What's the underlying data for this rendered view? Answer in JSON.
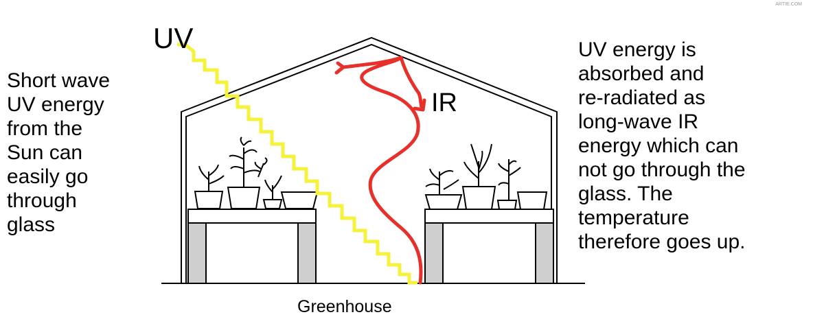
{
  "diagram": {
    "left_text": "Short wave\nUV energy\nfrom the\nSun can\neasily go\nthrough\nglass",
    "right_text": "UV energy is\nabsorbed and\nre-radiated as\nlong-wave IR\nenergy which can\nnot go through the\nglass.  The\ntemperature\ntherefore goes up.",
    "uv_label": "UV",
    "ir_label": "IR",
    "caption": "Greenhouse",
    "watermark": "ARTIE.COM"
  },
  "colors": {
    "uv_ray": "#f5f23b",
    "ir_ray": "#e8302a",
    "structure": "#000000",
    "table_leg": "#cfcfcf"
  }
}
